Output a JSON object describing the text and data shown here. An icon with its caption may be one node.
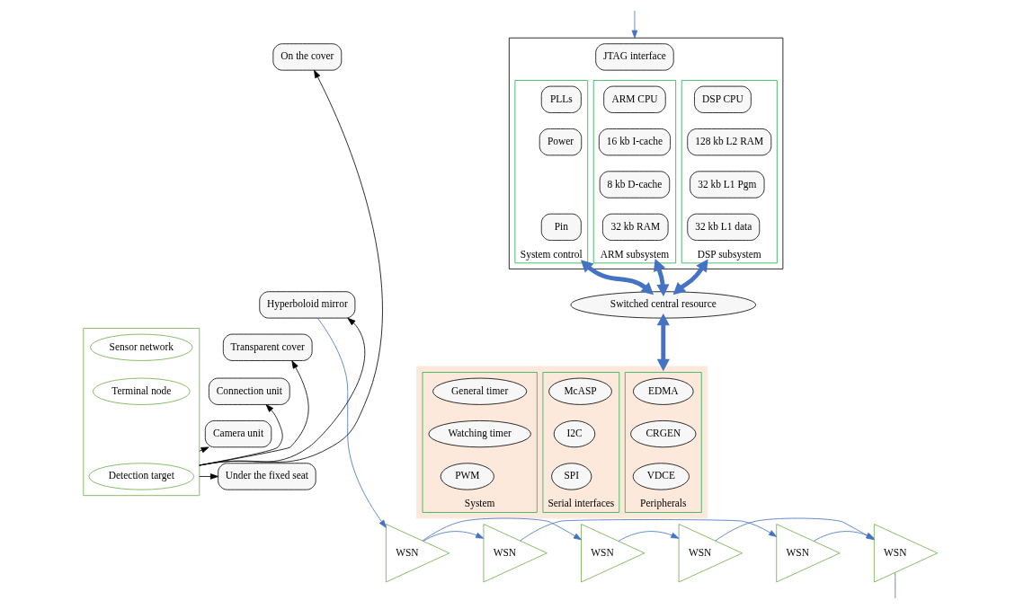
{
  "diagram": {
    "nodes": [
      {
        "text": [
          "Hyperboloid mirror"
        ]
      },
      {
        "text": [
          "On the cover"
        ]
      },
      {
        "text": [
          "Transparent cover"
        ]
      },
      {
        "text": [
          "Connection unit"
        ]
      },
      {
        "text": [
          "Camera unit"
        ]
      },
      {
        "text": [
          "Under the fixed seat"
        ]
      },
      {
        "text": [],
        "shape": "box"
      },
      {
        "text": [
          "Sensor network"
        ],
        "in": 6
      },
      {
        "text": [
          "Terminal node"
        ],
        "in": 6
      },
      {
        "text": [
          "Detection target"
        ],
        "in": 6
      },
      {
        "text": [],
        "shape": "box"
      },
      {
        "text": [
          "JTAG interface"
        ],
        "in": 10
      },
      {
        "text": [
          "System control"
        ],
        "in": 10
      },
      {
        "text": [
          "PLLs"
        ],
        "in": 12
      },
      {
        "text": [
          "Power"
        ],
        "in": 12
      },
      {
        "text": [
          "Pin"
        ],
        "in": 12
      },
      {
        "text": [
          "ARM subsystem"
        ],
        "in": 10
      },
      {
        "text": [
          "ARM CPU"
        ],
        "in": 16
      },
      {
        "text": [
          "16 kb I-cache"
        ],
        "in": 16
      },
      {
        "text": [
          "8 kb D-cache"
        ],
        "in": 16
      },
      {
        "text": [
          "32 kb RAM"
        ],
        "in": 16
      },
      {
        "text": [
          "DSP subsystem"
        ],
        "in": 10
      },
      {
        "text": [
          "DSP CPU"
        ],
        "in": 21
      },
      {
        "text": [
          "128 kb L2 RAM"
        ],
        "in": 21
      },
      {
        "text": [
          "32 kb L1 Pgm"
        ],
        "in": 21
      },
      {
        "text": [
          "32 kb L1 data"
        ],
        "in": 21
      },
      {
        "text": [
          "Switched central resource"
        ]
      },
      {
        "text": [],
        "shape": "box"
      },
      {
        "text": [
          "Peripherals"
        ],
        "in": 27
      },
      {
        "text": [
          "EDMA"
        ],
        "in": 28
      },
      {
        "text": [
          "CRGEN"
        ],
        "in": 28
      },
      {
        "text": [
          "VDCE"
        ],
        "in": 28
      },
      {
        "text": [
          "Serial interfaces"
        ],
        "in": 27
      },
      {
        "text": [
          "McASP"
        ],
        "in": 32
      },
      {
        "text": [
          "I2C"
        ],
        "in": 32
      },
      {
        "text": [
          "SPI"
        ],
        "in": 32
      },
      {
        "text": [
          "System"
        ],
        "in": 27
      },
      {
        "text": [
          "General timer"
        ],
        "in": 36
      },
      {
        "text": [
          "Watching timer"
        ],
        "in": 36
      },
      {
        "text": [
          "PWM"
        ],
        "in": 36
      },
      {
        "text": [
          "WSN"
        ]
      },
      {
        "text": [
          "WSN"
        ]
      },
      {
        "text": [
          "WSN"
        ]
      },
      {
        "text": [
          "WSN"
        ]
      },
      {
        "text": [
          "WSN"
        ]
      },
      {
        "text": [
          "WSN"
        ]
      }
    ],
    "edges": [
      {
        "from": 6,
        "to": 1,
        "arrow": "to",
        "color": "#000000"
      },
      {
        "from": 6,
        "to": 0,
        "arrow": "to",
        "color": "#000000"
      },
      {
        "from": 6,
        "to": 2,
        "arrow": "to",
        "color": "#000000"
      },
      {
        "from": 6,
        "to": 3,
        "arrow": "to",
        "color": "#000000"
      },
      {
        "from": 6,
        "to": 4,
        "arrow": "to",
        "color": "#000000"
      },
      {
        "from": 6,
        "to": 5,
        "arrow": "to",
        "color": "#000000"
      },
      {
        "from": 12,
        "to": 26,
        "arrow": "both",
        "style": "thick"
      },
      {
        "from": 16,
        "to": 26,
        "arrow": "both",
        "style": "thick"
      },
      {
        "from": 21,
        "to": 26,
        "arrow": "both",
        "style": "thick"
      },
      {
        "from": 26,
        "to": 27,
        "arrow": "both",
        "style": "thick"
      },
      {
        "from": 0,
        "to": 40,
        "arrow": "to"
      },
      {
        "from": 40,
        "to": 41,
        "arrow": "to"
      },
      {
        "from": 42,
        "to": 43,
        "arrow": "to"
      },
      {
        "from": 44,
        "to": 45,
        "arrow": "to"
      },
      {
        "from": 40,
        "to": 42,
        "arrow": "to"
      },
      {
        "from": 41,
        "to": 44,
        "arrow": "to"
      },
      {
        "from": 43,
        "to": 45,
        "arrow": "to"
      },
      {
        "from": 45,
        "to": null,
        "arrow": "none"
      },
      {
        "from": null,
        "to": 10,
        "arrow": "to"
      }
    ]
  }
}
